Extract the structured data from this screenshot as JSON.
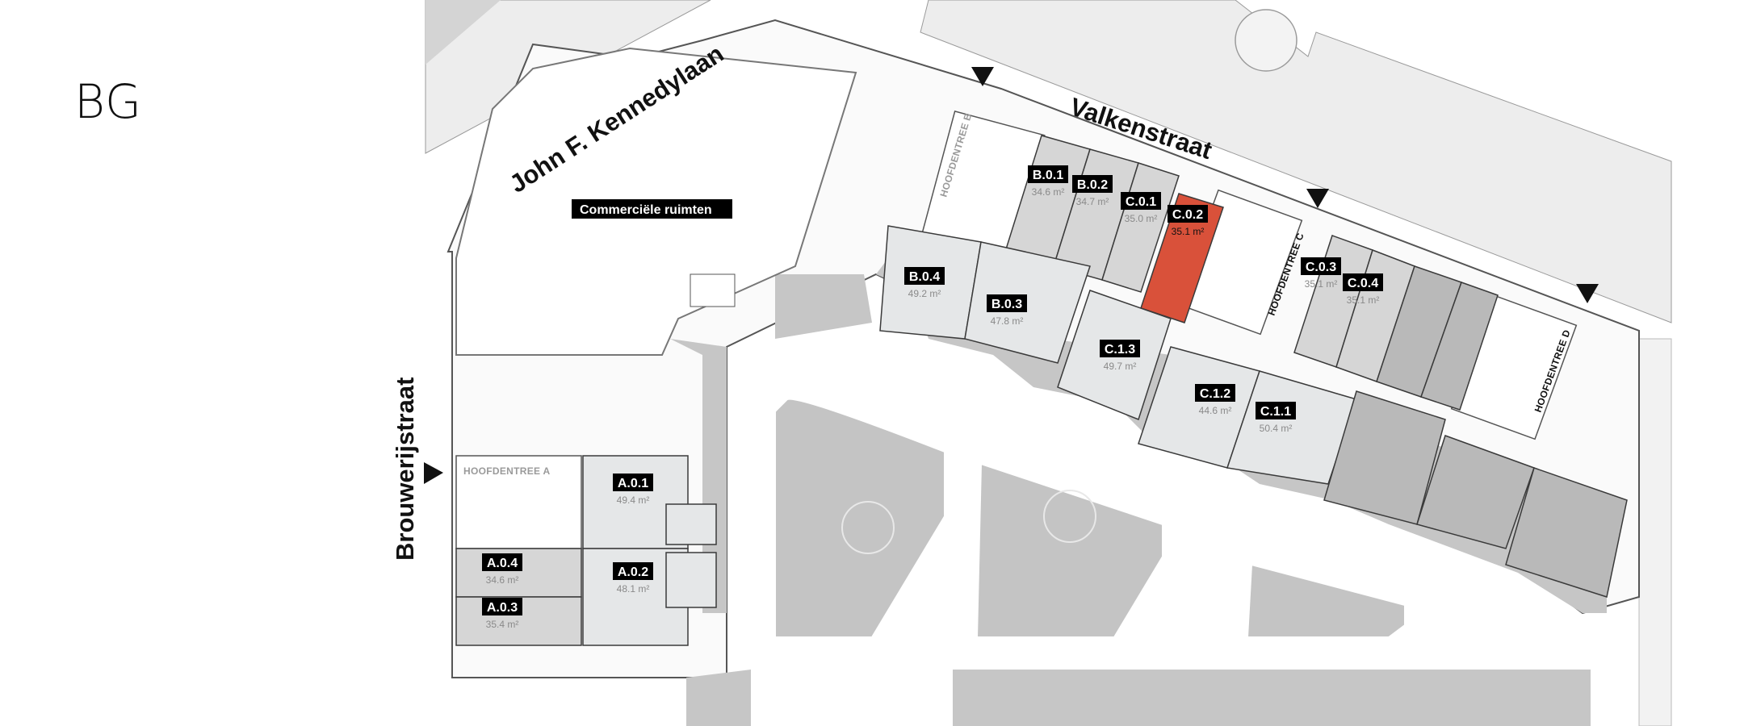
{
  "floor_label": "BG",
  "streets": {
    "kennedylaan": "John F. Kennedylaan",
    "valkenstraat": "Valkenstraat",
    "brouwerijstraat": "Brouwerijstraat"
  },
  "commercial_label": "Commerciële ruimten",
  "entrances": {
    "a": "HOOFDENTREE A",
    "b": "HOOFDENTREE B",
    "c": "HOOFDENTREE C",
    "d": "HOOFDENTREE D"
  },
  "colors": {
    "selected": "#d9513a",
    "dark_grey": "#b9b9b9",
    "mid_grey": "#d6d6d6",
    "light_grey": "#e5e7e8",
    "surrounding": "#c4c4c4",
    "street": "#ededed",
    "badge": "#000000"
  },
  "units": [
    {
      "id": "B.0.1",
      "area": "34.6 m²"
    },
    {
      "id": "B.0.2",
      "area": "34.7 m²"
    },
    {
      "id": "C.0.1",
      "area": "35.0 m²"
    },
    {
      "id": "C.0.2",
      "area": "35.1 m²",
      "selected": true
    },
    {
      "id": "C.0.3",
      "area": "35.1 m²"
    },
    {
      "id": "C.0.4",
      "area": "35.1 m²"
    },
    {
      "id": "B.0.4",
      "area": "49.2 m²"
    },
    {
      "id": "B.0.3",
      "area": "47.8 m²"
    },
    {
      "id": "C.1.3",
      "area": "49.7 m²"
    },
    {
      "id": "C.1.2",
      "area": "44.6 m²"
    },
    {
      "id": "C.1.1",
      "area": "50.4 m²"
    },
    {
      "id": "A.0.1",
      "area": "49.4 m²"
    },
    {
      "id": "A.0.2",
      "area": "48.1 m²"
    },
    {
      "id": "A.0.4",
      "area": "34.6 m²"
    },
    {
      "id": "A.0.3",
      "area": "35.4 m²"
    }
  ]
}
